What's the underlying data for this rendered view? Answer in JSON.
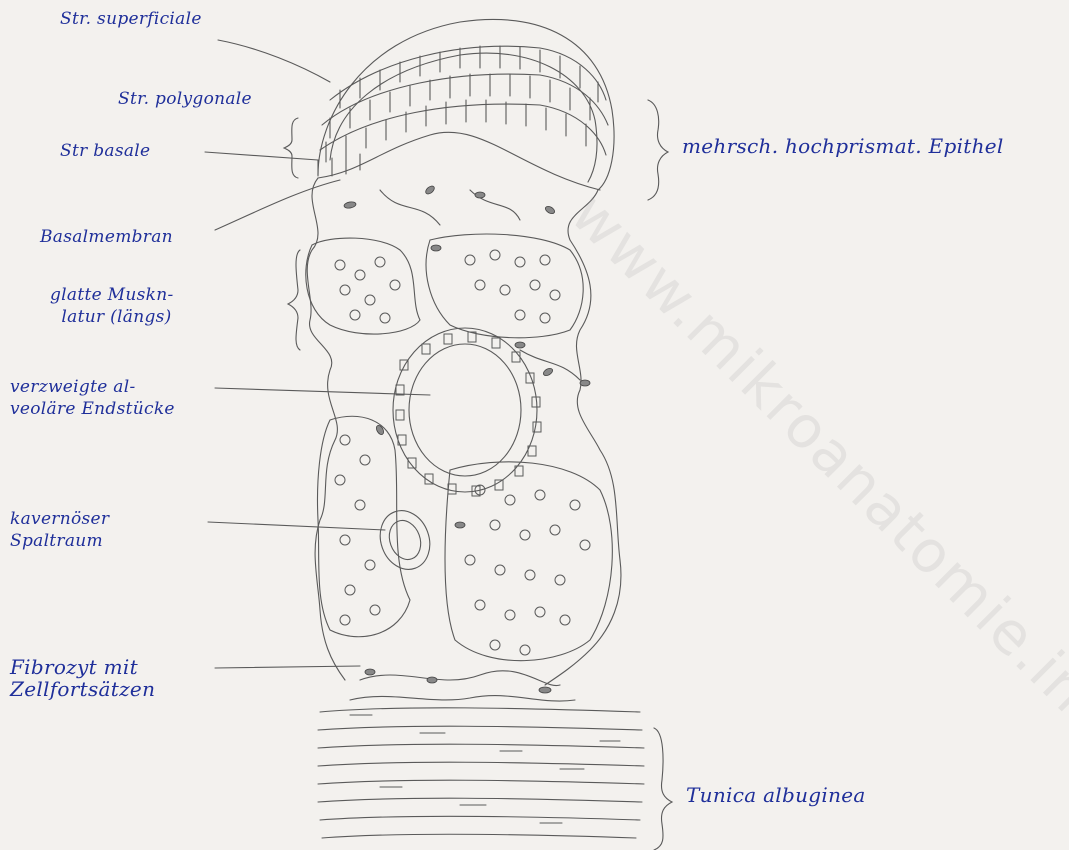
{
  "labels": {
    "str_superficiale": "Str. superficiale",
    "str_polygonale": "Str. polygonale",
    "str_basale": "Str basale",
    "basalmembran": "Basalmembran",
    "glatte_muskulatur": "glatte Muskn-\n  latur (längs)",
    "endstuecke": "verzweigte al-\nveoläre Endstücke",
    "kavernoeser_spaltraum": "kavernöser\nSpaltraum",
    "fibrozyt": "Fibrozyt mit\nZellfortsätzen",
    "epithel": "mehrsch. hochprismat. Epithel",
    "tunica": "Tunica albuginea"
  },
  "watermark": "www.mikroanatomie.info",
  "colors": {
    "ink": "#1f2f9a",
    "pencil": "#5a5a5a",
    "paper": "#f3f1ee"
  }
}
